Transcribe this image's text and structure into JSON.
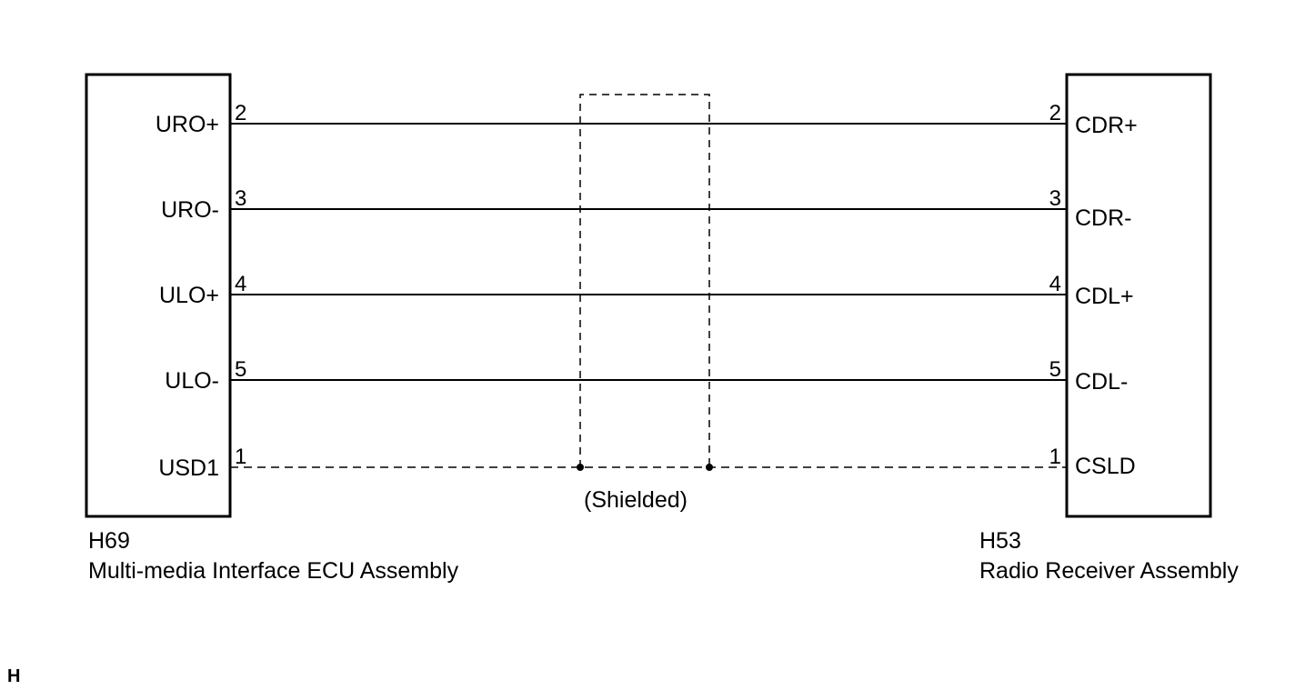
{
  "left_connector": {
    "code": "H69",
    "name": "Multi-media Interface ECU Assembly"
  },
  "right_connector": {
    "code": "H53",
    "name": "Radio Receiver Assembly"
  },
  "wires": [
    {
      "left_signal": "URO+",
      "left_pin": "2",
      "right_signal": "CDR+",
      "right_pin": "2",
      "style": "solid"
    },
    {
      "left_signal": "URO-",
      "left_pin": "3",
      "right_signal": "CDR-",
      "right_pin": "3",
      "style": "solid"
    },
    {
      "left_signal": "ULO+",
      "left_pin": "4",
      "right_signal": "CDL+",
      "right_pin": "4",
      "style": "solid"
    },
    {
      "left_signal": "ULO-",
      "left_pin": "5",
      "right_signal": "CDL-",
      "right_pin": "5",
      "style": "solid"
    },
    {
      "left_signal": "USD1",
      "left_pin": "1",
      "right_signal": "CSLD",
      "right_pin": "1",
      "style": "dashed"
    }
  ],
  "shield_label": "(Shielded)",
  "corner_label": "H",
  "colors": {
    "line": "#000000",
    "background": "#ffffff"
  }
}
